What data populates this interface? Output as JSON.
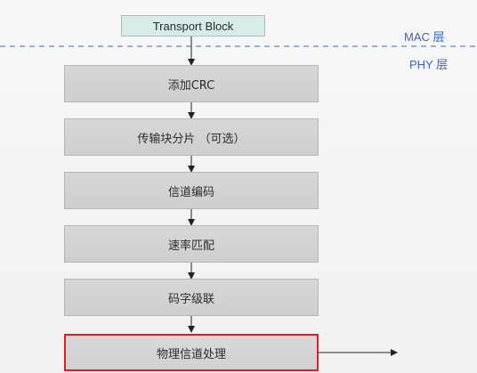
{
  "transport_block": "Transport Block",
  "layers": {
    "mac": "MAC 层",
    "phy": "PHY 层"
  },
  "steps": [
    "添加CRC",
    "传输块分片 （可选）",
    "信道编码",
    "速率匹配",
    "码字级联",
    "物理信道处理"
  ],
  "highlighted_step_index": 5,
  "colors": {
    "divider": "#5a86c8",
    "highlight": "#e31c23",
    "layer_text": "#3b64b8"
  }
}
